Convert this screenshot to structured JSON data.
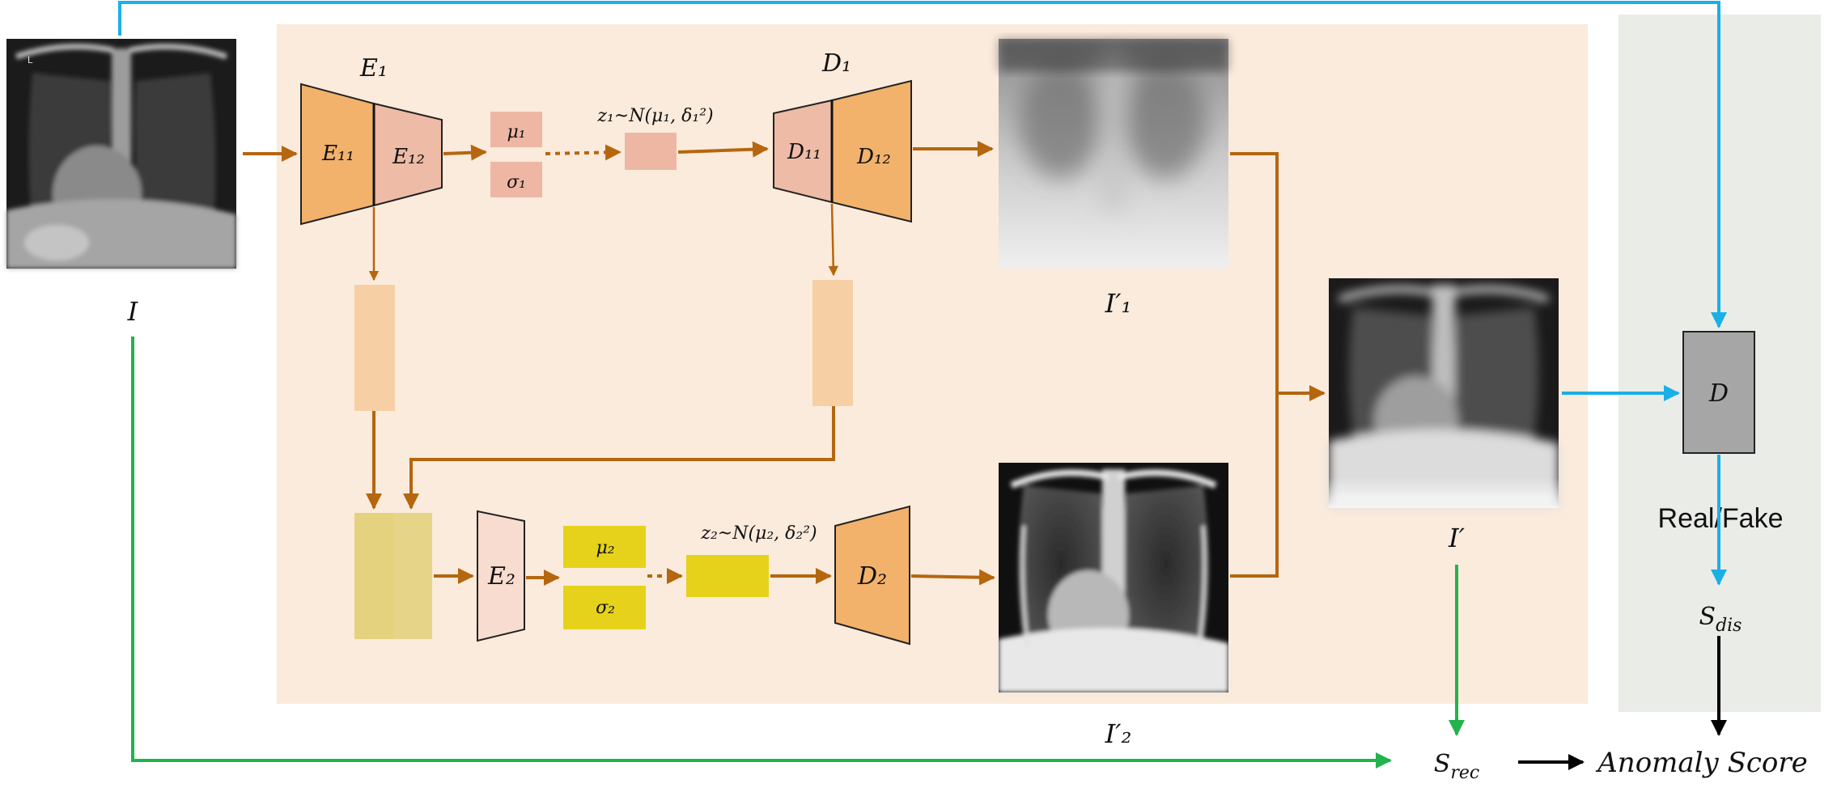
{
  "labels": {
    "input": "I",
    "e1": "E₁",
    "e11": "E₁₁",
    "e12": "E₁₂",
    "mu1": "μ₁",
    "sigma1": "σ₁",
    "z1": "z₁~N(μ₁, δ₁²)",
    "d1": "D₁",
    "d11": "D₁₁",
    "d12": "D₁₂",
    "i1prime": "I′₁",
    "e2": "E₂",
    "mu2": "μ₂",
    "sigma2": "σ₂",
    "z2": "z₂~N(μ₂, δ₂²)",
    "d2": "D₂",
    "i2prime": "I′₂",
    "iprime": "I′",
    "disc": "D",
    "real_fake": "Real/Fake",
    "s_dis": "S_dis",
    "s_rec": "S_rec",
    "anomaly": "Anomaly Score"
  },
  "colors": {
    "main_bg": "#faebdc",
    "right_bg": "#eaece8",
    "brown_arrow": "#b5660f",
    "blue_arrow": "#1ab0e6",
    "green_arrow": "#22b34c",
    "black_arrow": "#000000",
    "encoder_orange": "#f2b26b",
    "encoder_salmon": "#eebba6",
    "latent_pink": "#edb7a4",
    "skip_peach": "#f6cfa4",
    "concat_yellow": "#e4d27e",
    "latent_yellow": "#e6d21a",
    "e2_pink": "#f8dccf",
    "disc_gray": "#a6a6a6"
  },
  "icons": {
    "input_xray": "chest-xray-image",
    "recon1": "blurry-chest-xray-image",
    "recon2": "sharp-chest-xray-image",
    "final": "fused-chest-xray-image"
  }
}
